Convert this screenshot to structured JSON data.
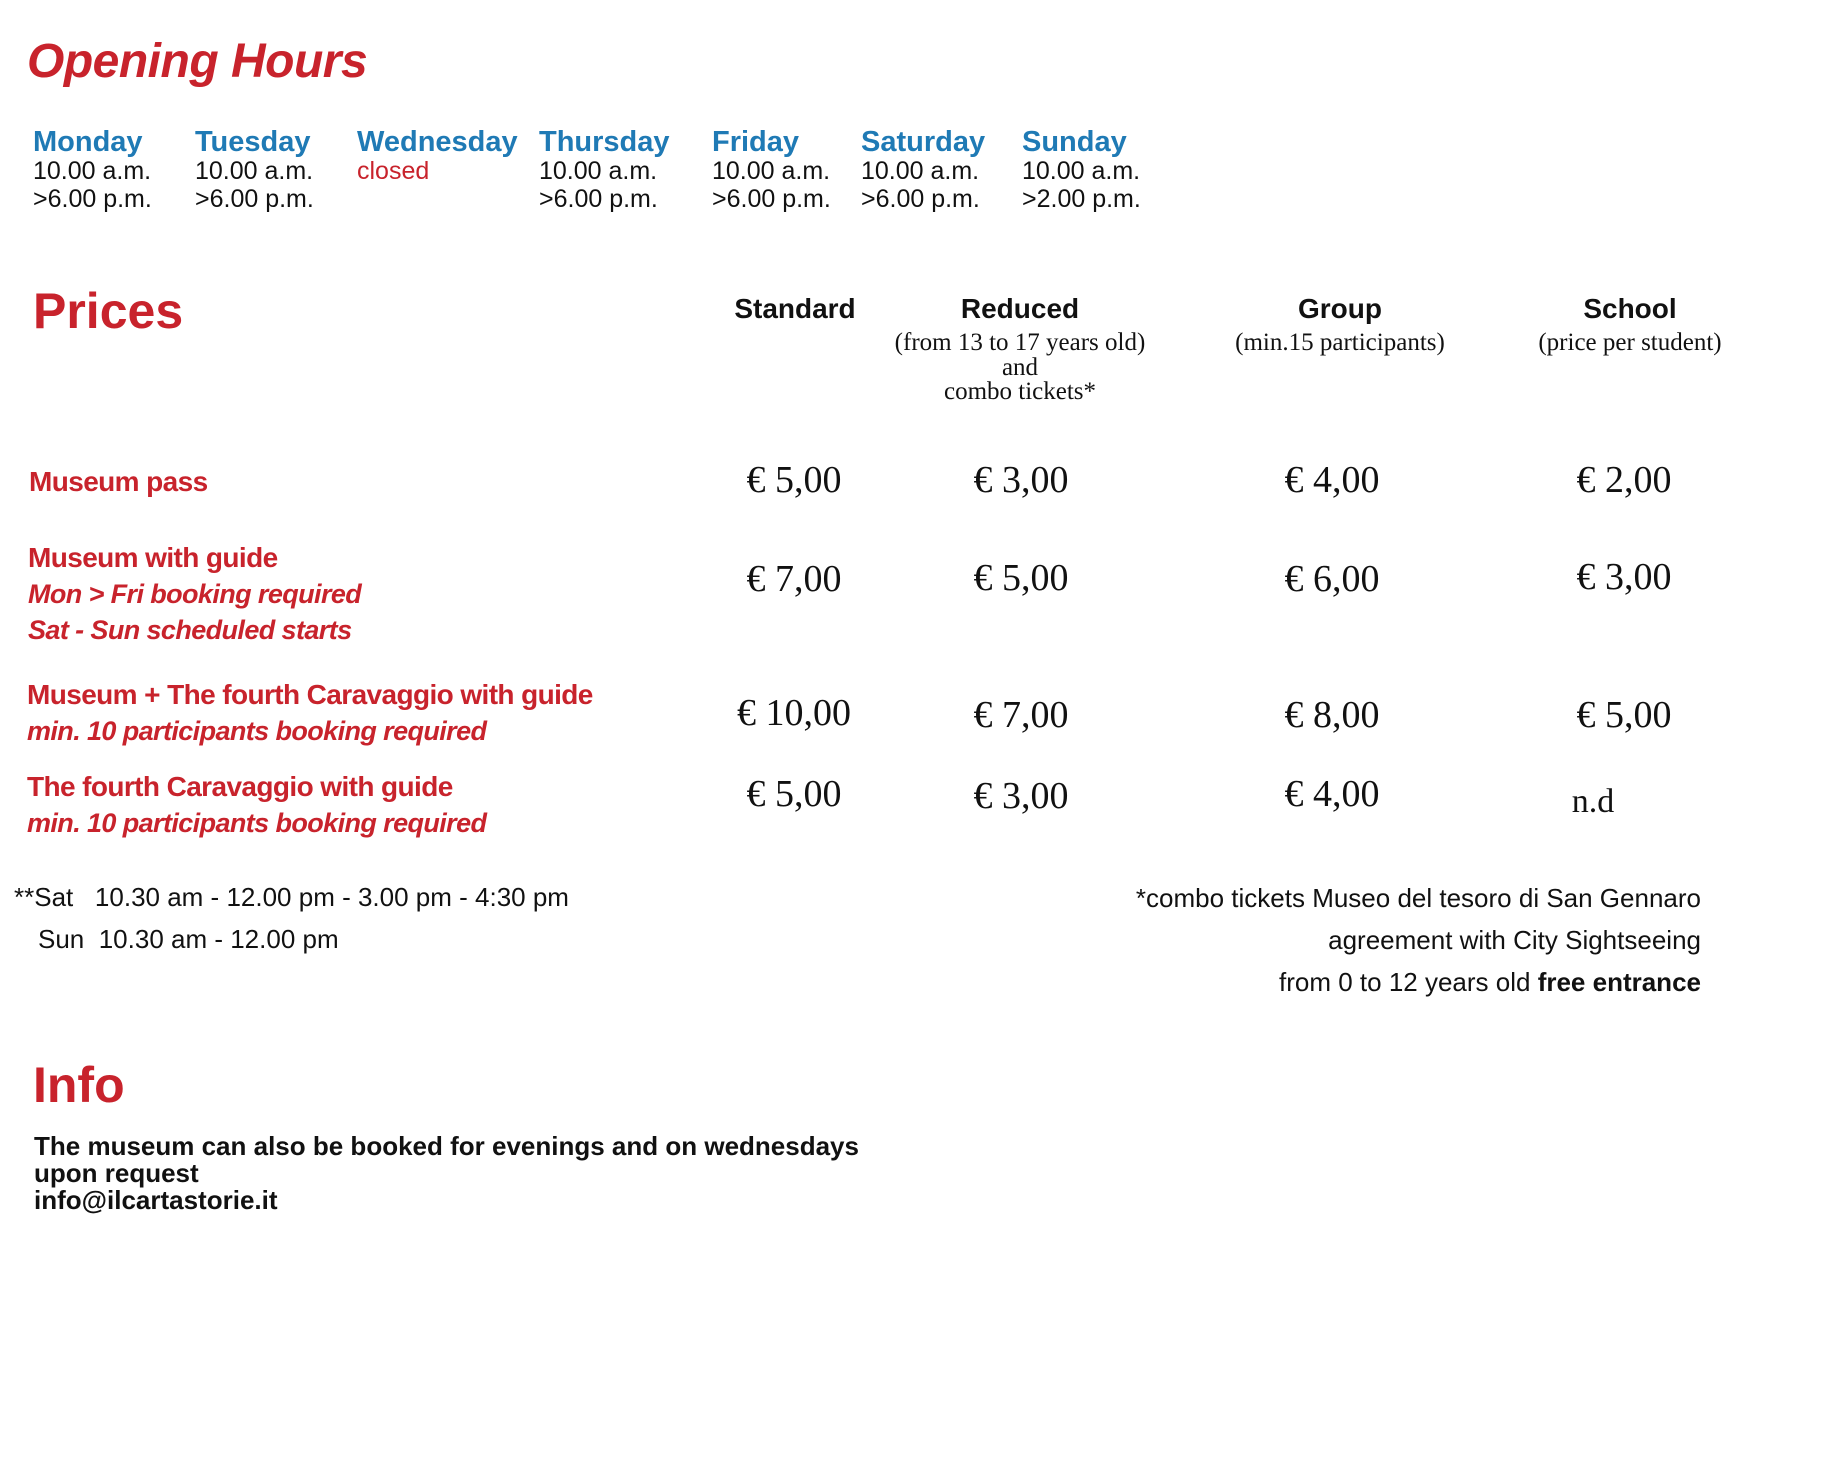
{
  "opening_hours": {
    "title": "Opening Hours",
    "days": [
      {
        "name": "Monday",
        "line1": "10.00 a.m.",
        "line2": ">6.00 p.m."
      },
      {
        "name": "Tuesday",
        "line1": "10.00 a.m.",
        "line2": ">6.00 p.m."
      },
      {
        "name": "Wednesday",
        "line1": "closed",
        "line2": ""
      },
      {
        "name": "Thursday",
        "line1": "10.00 a.m.",
        "line2": ">6.00 p.m."
      },
      {
        "name": "Friday",
        "line1": "10.00 a.m.",
        "line2": ">6.00 p.m."
      },
      {
        "name": "Saturday",
        "line1": "10.00 a.m.",
        "line2": ">6.00 p.m."
      },
      {
        "name": "Sunday",
        "line1": "10.00 a.m.",
        "line2": ">2.00 p.m."
      }
    ]
  },
  "prices": {
    "title": "Prices",
    "columns": [
      {
        "label": "Standard",
        "sub1": "",
        "sub2": "",
        "sub3": ""
      },
      {
        "label": "Reduced",
        "sub1": "(from 13 to 17 years old)",
        "sub2": "and",
        "sub3": "combo tickets*"
      },
      {
        "label": "Group",
        "sub1": "(min.15 participants)",
        "sub2": "",
        "sub3": ""
      },
      {
        "label": "School",
        "sub1": "(price per student)",
        "sub2": "",
        "sub3": ""
      }
    ],
    "rows": [
      {
        "title": "Museum pass",
        "sub1": "",
        "sub2": "",
        "values": [
          "€ 5,00",
          "€ 3,00",
          "€ 4,00",
          "€ 2,00"
        ]
      },
      {
        "title": "Museum with guide",
        "sub1": "Mon > Fri booking required",
        "sub2": "Sat - Sun scheduled starts",
        "values": [
          "€ 7,00",
          "€ 5,00",
          "€ 6,00",
          "€ 3,00"
        ]
      },
      {
        "title": "Museum + The fourth Caravaggio with guide",
        "sub1": "min. 10 participants booking required",
        "sub2": "",
        "values": [
          "€ 10,00",
          "€ 7,00",
          "€ 8,00",
          "€ 5,00"
        ]
      },
      {
        "title": "The fourth Caravaggio with guide",
        "sub1": "min. 10 participants booking required",
        "sub2": "",
        "values": [
          "€ 5,00",
          "€ 3,00",
          "€ 4,00",
          "n.d"
        ]
      }
    ],
    "schedule": {
      "sat": "**Sat   10.30 am - 12.00 pm - 3.00 pm - 4:30 pm",
      "sun": "Sun  10.30 am - 12.00 pm"
    },
    "notes": {
      "line1": "*combo tickets Museo del tesoro di San Gennaro",
      "line2": "agreement with City Sightseeing",
      "line3_prefix": "from 0 to 12 years old ",
      "line3_bold": "free entrance"
    }
  },
  "info": {
    "title": "Info",
    "line1": "The museum can also be booked for evenings and on wednesdays",
    "line2": "upon request",
    "email": "info@ilcartastorie.it"
  },
  "colors": {
    "accent_red": "#c8232c",
    "accent_blue": "#1f7ab5"
  }
}
